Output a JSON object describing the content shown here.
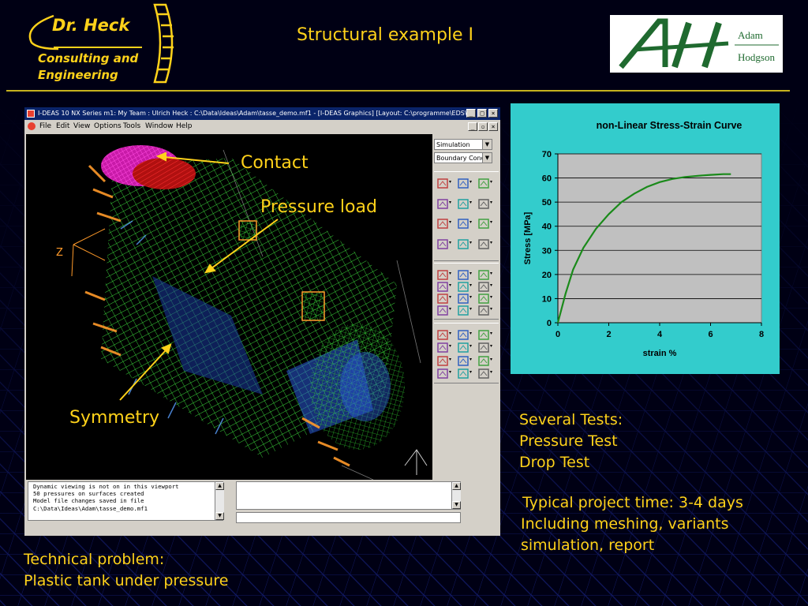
{
  "header": {
    "logo_name": "Dr. Heck",
    "logo_sub_1": "Consulting and",
    "logo_sub_2": "Engineering",
    "title": "Structural example I",
    "partner_logo_letters": "AH",
    "partner_name_1": "Adam",
    "partner_name_2": "Hodgson"
  },
  "app": {
    "window_title": "I-DEAS 10 NX Series m1:    My Team : Ulrich Heck : C:\\Data\\Ideas\\Adam\\tasse_demo.mf1 - [I-DEAS Graphics]   [Layout: C:\\programme\\EDS\\...",
    "menu": [
      "File",
      "Edit",
      "View",
      "Options",
      "Tools",
      "Window",
      "Help"
    ],
    "dropdown_task": "Simulation",
    "dropdown_subtask": "Boundary Cond",
    "axis_label": "Z",
    "console_lines": [
      "Dynamic viewing is not on in this viewport",
      "50 pressures on surfaces created",
      "Model file changes saved in file",
      "C:\\Data\\Ideas\\Adam\\tasse_demo.mf1"
    ]
  },
  "annotations": {
    "contact": "Contact",
    "pressure_load": "Pressure load",
    "symmetry": "Symmetry"
  },
  "text": {
    "tests_title": "Several Tests:",
    "test_1": "Pressure Test",
    "test_2": "Drop Test",
    "time_1": "Typical project time: 3-4 days",
    "time_2": "Including meshing, variants",
    "time_3": "simulation, report",
    "problem_1": "Technical problem:",
    "problem_2": "Plastic tank under pressure"
  },
  "colors": {
    "accent_yellow": "#ffd21a",
    "slide_background": "#000014",
    "chart_background": "#33cccc",
    "plot_area": "#c0c0c0",
    "curve": "#1a8a1a",
    "mesh_green": "#38c838",
    "mesh_blue": "#2a6ad8",
    "contact_magenta": "#e020c0"
  },
  "chart_data": {
    "type": "line",
    "title": "non-Linear Stress-Strain Curve",
    "xlabel": "strain %",
    "ylabel": "Stress [MPa]",
    "xlim": [
      0,
      8
    ],
    "ylim": [
      0,
      70
    ],
    "xticks": [
      0,
      2,
      4,
      6,
      8
    ],
    "yticks": [
      0,
      10,
      20,
      30,
      40,
      50,
      60,
      70
    ],
    "grid": true,
    "series": [
      {
        "x": [
          0,
          0.3,
          0.6,
          1.0,
          1.5,
          2.0,
          2.5,
          3.0,
          3.5,
          4.0,
          4.5,
          5.0,
          5.5,
          6.0,
          6.5,
          6.8
        ],
        "values": [
          0,
          12,
          22,
          31,
          39,
          45,
          50,
          53.5,
          56.3,
          58.3,
          59.6,
          60.4,
          60.9,
          61.3,
          61.6,
          61.6
        ]
      }
    ]
  }
}
